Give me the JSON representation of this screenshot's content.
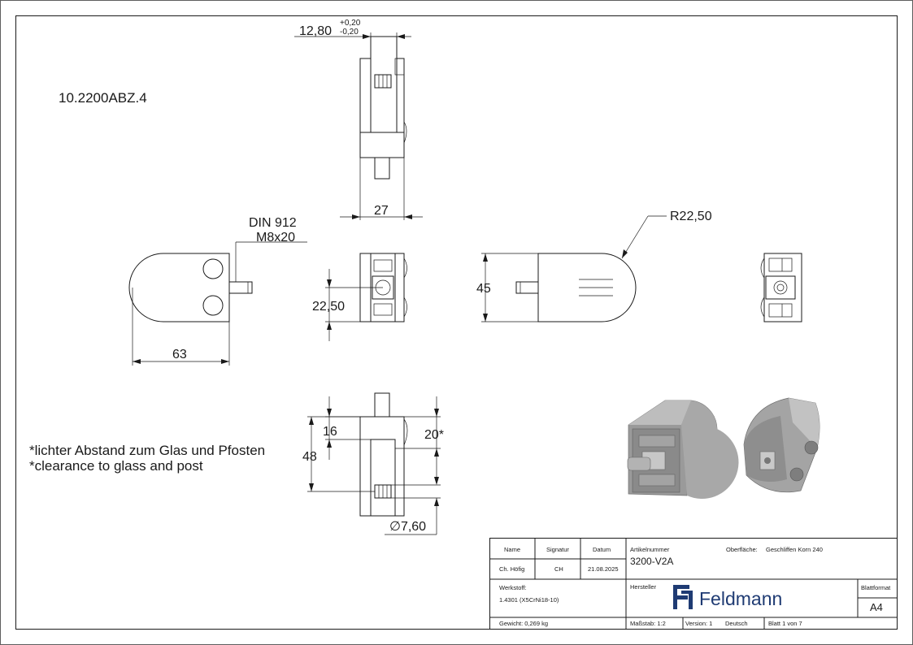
{
  "drawing": {
    "part_code": "10.2200ABZ.4",
    "notes": [
      "*lichter Abstand zum Glas und Pfosten",
      "*clearance to glass and post"
    ],
    "screw_label_1": "DIN  912",
    "screw_label_2": "M8x20",
    "dims": {
      "gap": "12,80",
      "gap_tol_plus": "+0,20",
      "gap_tol_minus": "-0,20",
      "depth": "27",
      "length": "63",
      "pitch": "22,50",
      "height": "45",
      "radius": "R22,50",
      "top": "16",
      "total": "48",
      "clearance": "20*",
      "diameter": "7,60"
    }
  },
  "title_block": {
    "headers": {
      "name": "Name",
      "signatur": "Signatur",
      "datum": "Datum"
    },
    "name": "Ch. Höfig",
    "signatur": "CH",
    "datum": "21.08.2025",
    "artikelnummer_label": "Artikelnummer",
    "artikelnummer": "3200-V2A",
    "oberflaeche_label": "Oberfläche:",
    "oberflaeche": "Geschliffen Korn 240",
    "werkstoff_label": "Werkstoff:",
    "werkstoff": "1.4301 (X5CrNi18-10)",
    "hersteller_label": "Hersteller",
    "brand": "Feldmann",
    "blattformat_label": "Blattformat",
    "blattformat": "A4",
    "gewicht": "Gewicht: 0,269 kg",
    "massstab": "Maßstab: 1:2",
    "version": "Version: 1",
    "sprache": "Deutsch",
    "blatt": "Blatt 1 von 7"
  },
  "colors": {
    "line": "#1a1a1a",
    "logo": "#1f3b73",
    "render_dark": "#8f8f8f",
    "render_light": "#b8b8b8"
  }
}
